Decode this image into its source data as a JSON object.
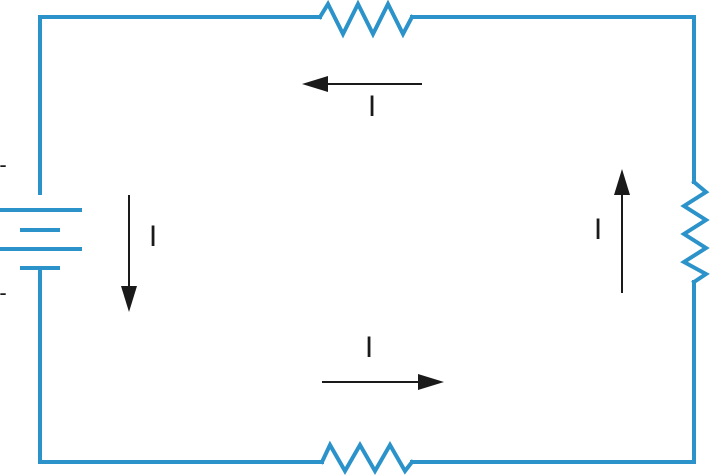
{
  "colors": {
    "wire": "#2b93c9",
    "arrow": "#1a1a1a",
    "text": "#1a1a1a"
  },
  "labels": {
    "current_top": "I",
    "current_left": "I",
    "current_right": "I",
    "current_bottom": "I",
    "battery_terminal_top": "-",
    "battery_terminal_bottom": "-"
  }
}
